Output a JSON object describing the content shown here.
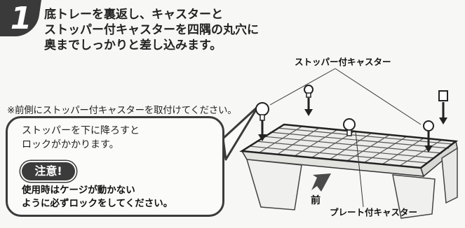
{
  "step": {
    "number": "1"
  },
  "instruction": {
    "lines": [
      "底トレーを裏返し、キャスターと",
      "ストッパー付キャスターを四隅の丸穴に",
      "奥までしっかりと差し込みます。"
    ]
  },
  "labels": {
    "stopper_caster": "ストッパー付キャスター",
    "plate_caster": "プレート付キャスター",
    "front": "前"
  },
  "note": "※前側にストッパー付キャスターを取付けてください。",
  "callout": {
    "lines": [
      "ストッパーを下に降ろすと",
      "ロックがかかります。"
    ],
    "caution_badge": "注意!",
    "warning_lines": [
      "使用時はケージが動かない",
      "ように必ずロックをしてください。"
    ]
  },
  "colors": {
    "badge_bg": "#3a3a3a",
    "tray_fill": "#f2f2f0",
    "stopper_accent": "#c8c8c8"
  }
}
